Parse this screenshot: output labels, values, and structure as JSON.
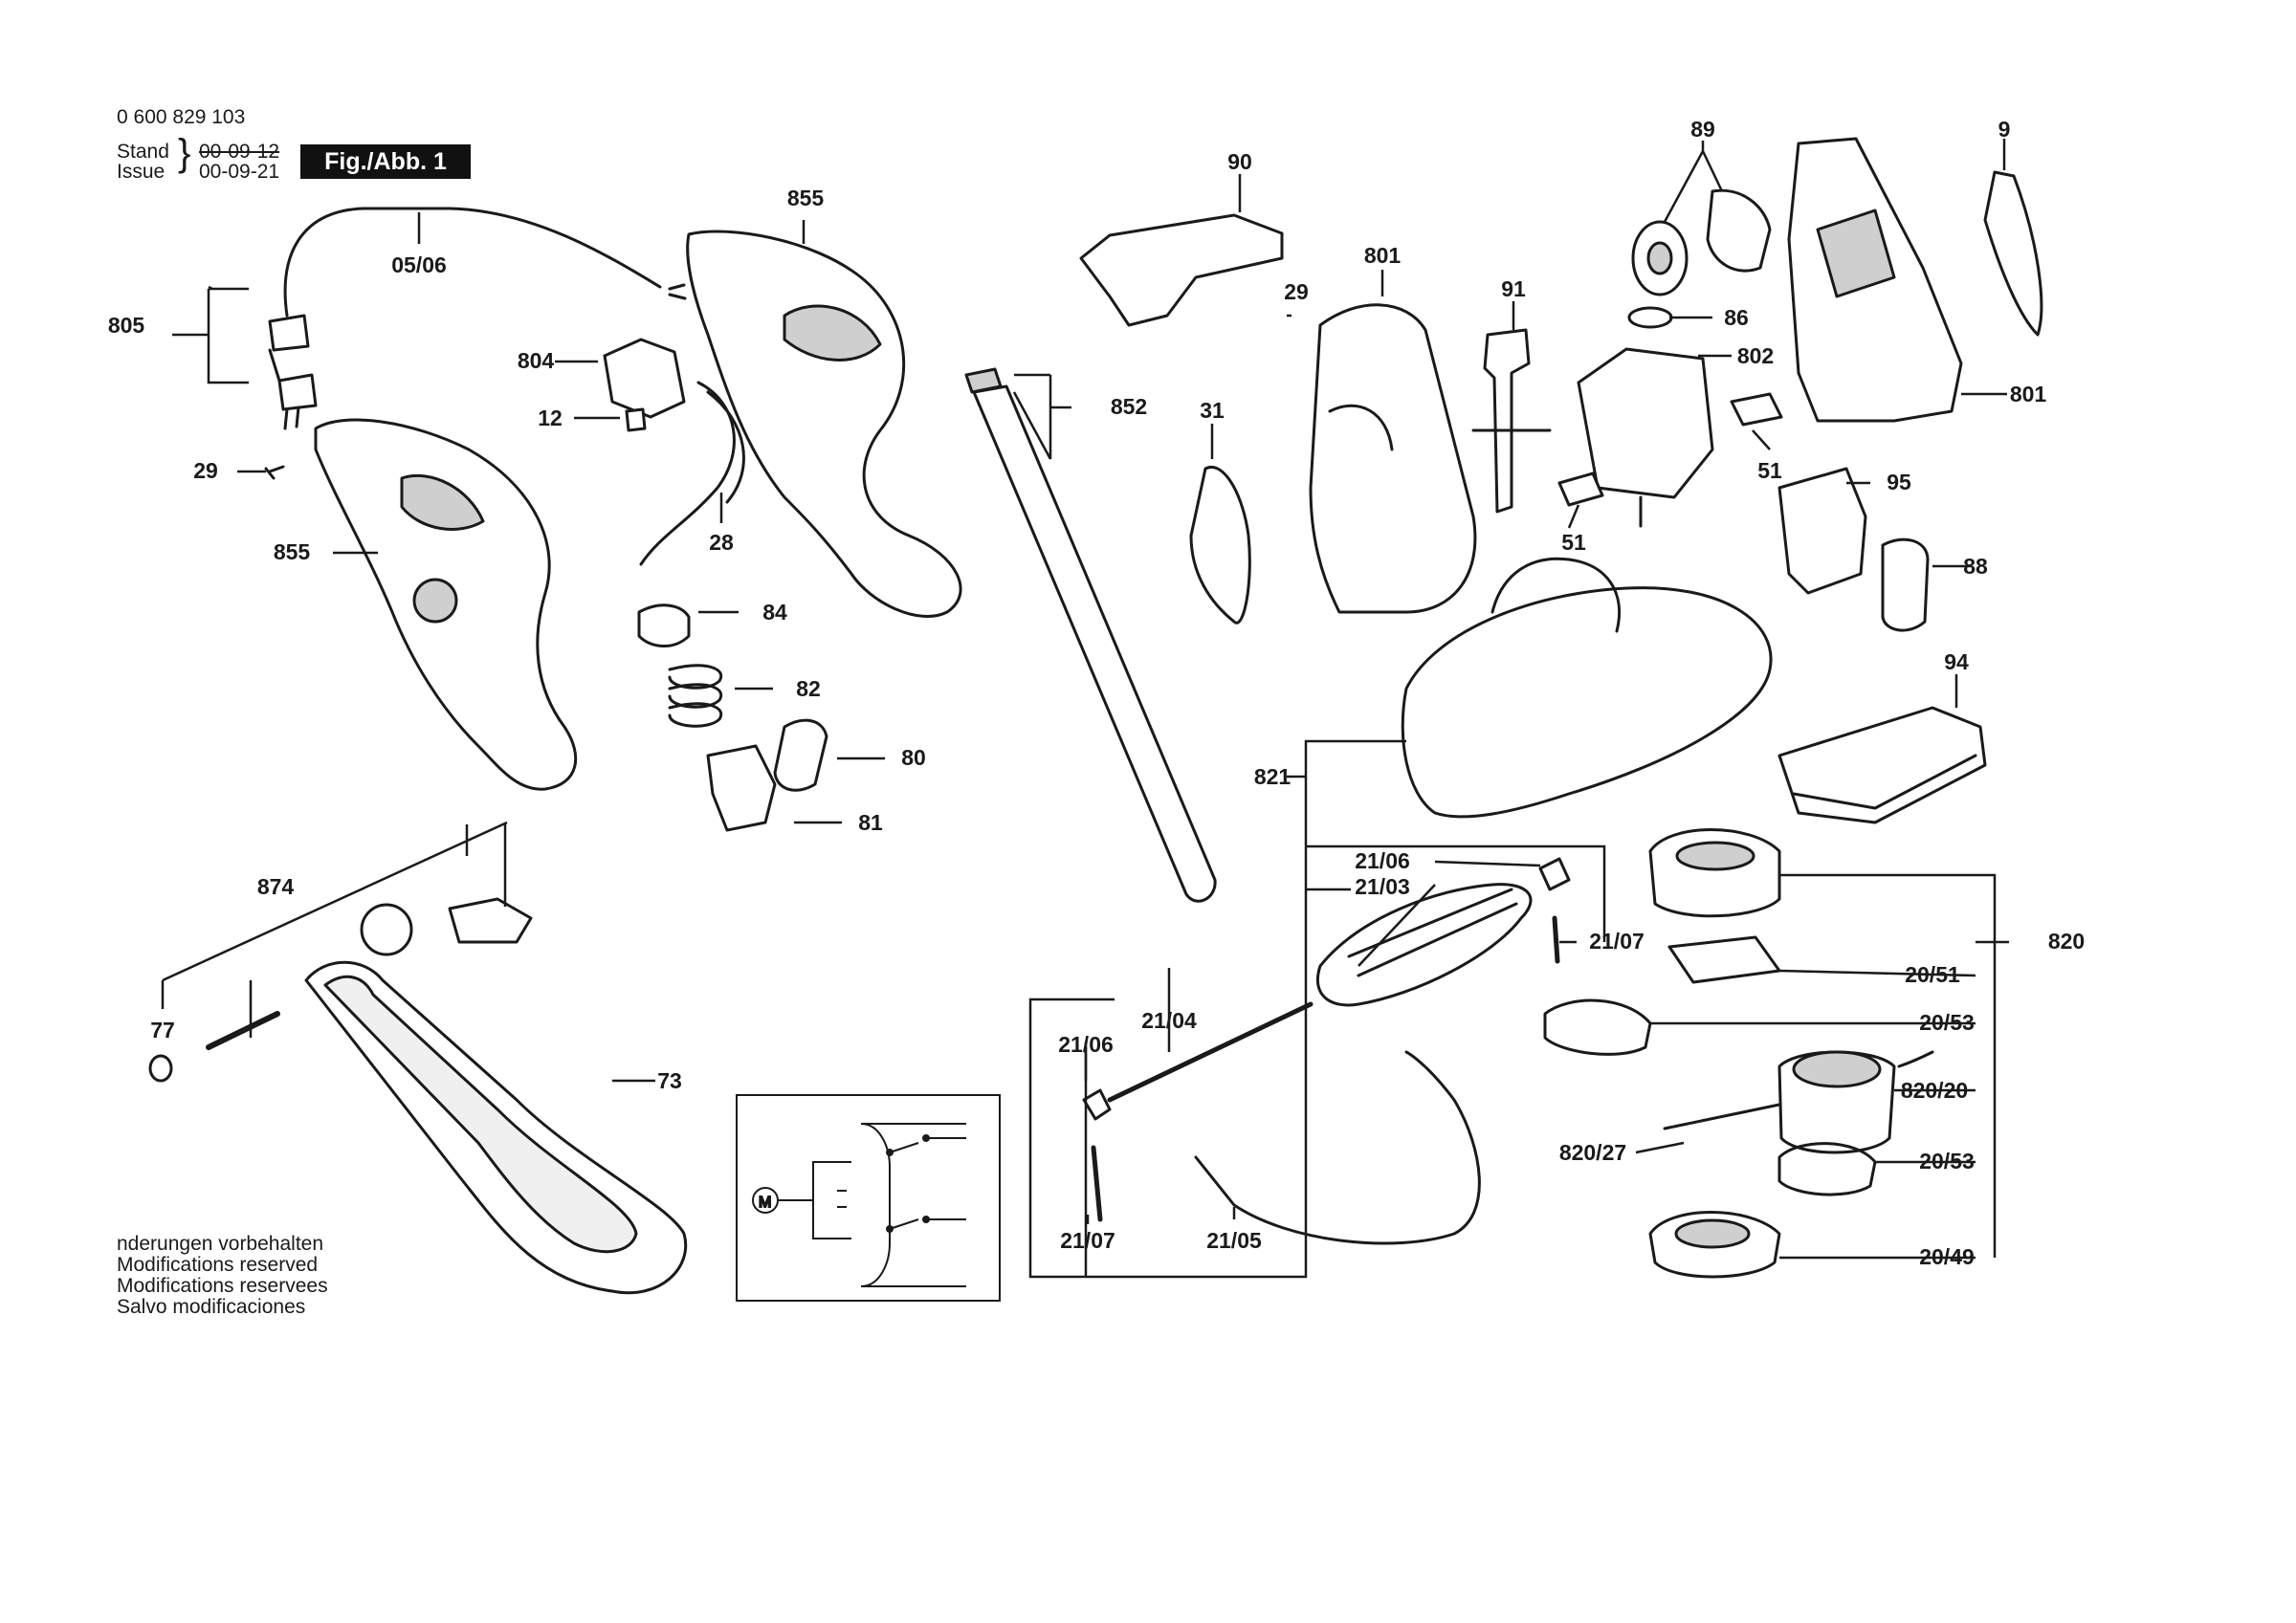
{
  "header": {
    "doc_number": "0 600 829 103",
    "stand_label": "Stand",
    "stand_date": "00-09-12",
    "issue_label": "Issue",
    "issue_date": "00-09-21",
    "figure": "Fig./Abb. 1"
  },
  "notes": [
    "nderungen vorbehalten",
    "Modifications reserved",
    "Modifications reservees",
    "Salvo modificaciones"
  ],
  "part_labels": [
    "05/06",
    "805",
    "855",
    "804",
    "12",
    "29",
    "855",
    "28",
    "84",
    "82",
    "80",
    "81",
    "874",
    "77",
    "73",
    "852",
    "90",
    "29",
    "801",
    "31",
    "91",
    "89",
    "86",
    "802",
    "51",
    "51",
    "9",
    "801",
    "95",
    "88",
    "94",
    "821",
    "21/06",
    "21/03",
    "21/07",
    "820",
    "20/51",
    "20/53",
    "820/20",
    "820/27",
    "20/53",
    "20/49",
    "21/04",
    "21/06",
    "21/07",
    "21/05"
  ],
  "colors": {
    "ink": "#1a1a1a",
    "badge_bg": "#111111",
    "part_fill": "#ffffff",
    "shade": "#cfcfcf"
  }
}
